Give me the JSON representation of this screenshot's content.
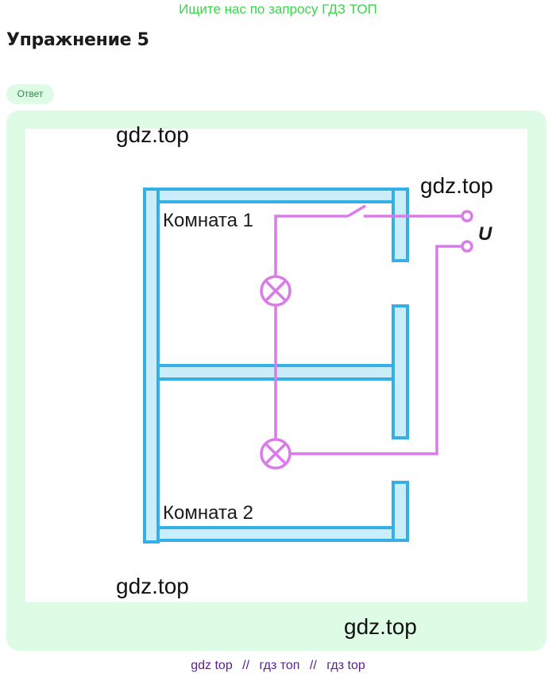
{
  "banner": {
    "text": "Ищите нас по запросу ГДЗ ТОП"
  },
  "page": {
    "title": "Упражнение 5"
  },
  "answer": {
    "badge": "Ответ"
  },
  "diagram": {
    "room1_label": "Комната 1",
    "room2_label": "Комната 2",
    "voltage_label": "U",
    "colors": {
      "wall_fill": "#c9eef9",
      "wall_stroke": "#36b0e4",
      "wire": "#d97be8"
    }
  },
  "watermarks": [
    "gdz.top",
    "gdz.top",
    "gdz.top",
    "gdz.top"
  ],
  "footer": {
    "parts": [
      "gdz top",
      "//",
      "гдз топ",
      "//",
      "гдз top"
    ]
  }
}
